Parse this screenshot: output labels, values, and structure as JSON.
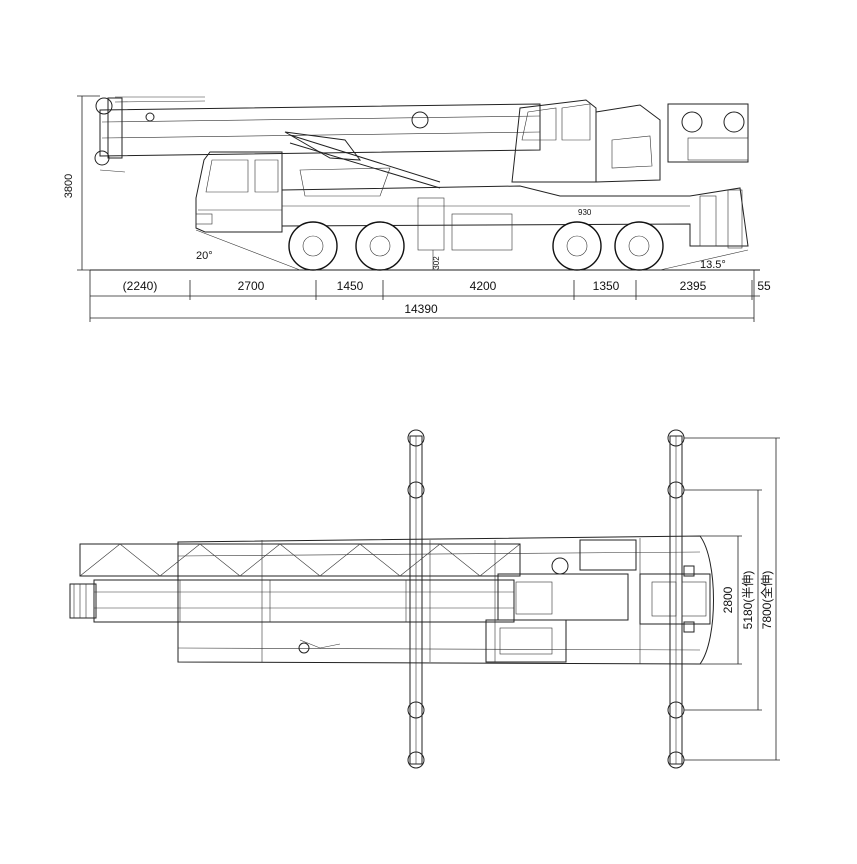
{
  "side_view": {
    "height_label": "3800",
    "approach_angle": "20°",
    "departure_angle": "13.5°",
    "clearance_label": "302",
    "track_label": "930",
    "segments": [
      "(2240)",
      "2700",
      "1450",
      "4200",
      "1350",
      "2395",
      "55"
    ],
    "overall_length": "14390"
  },
  "top_view": {
    "width_label": "2800",
    "outrigger_half": "5180(半伸)",
    "outrigger_full": "7800(全伸)"
  }
}
